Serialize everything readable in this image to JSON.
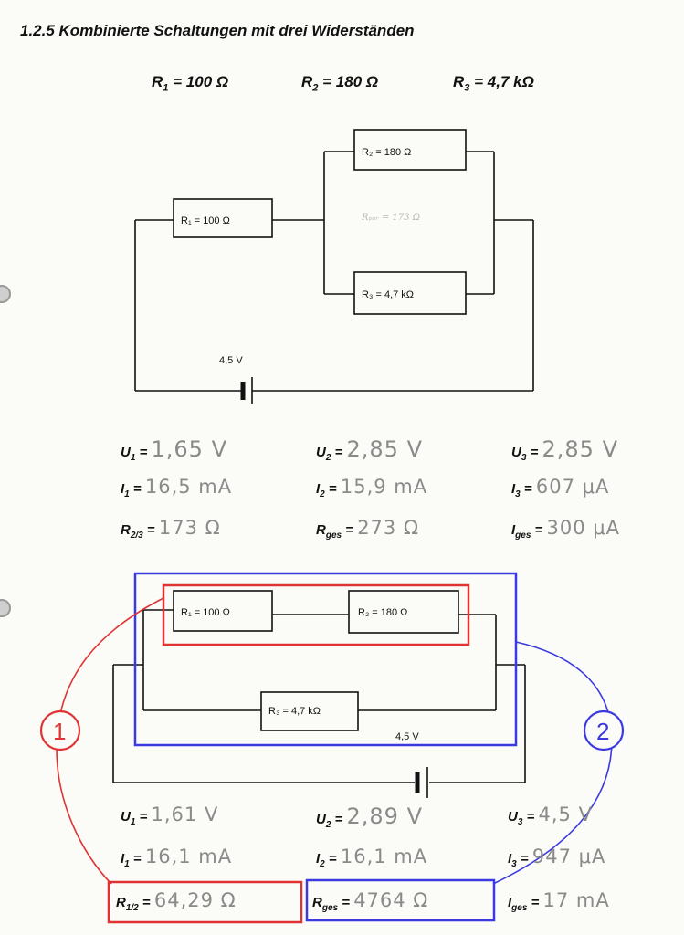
{
  "title": "1.2.5  Kombinierte Schaltungen mit drei Widerständen",
  "given": {
    "r1": {
      "sym": "R",
      "sub": "1",
      "val": " = 100 Ω"
    },
    "r2": {
      "sym": "R",
      "sub": "2",
      "val": " = 180 Ω"
    },
    "r3": {
      "sym": "R",
      "sub": "3",
      "val": " = 4,7 kΩ"
    }
  },
  "circuit1": {
    "r1_label": "R₁ = 100 Ω",
    "r2_label": "R₂ = 180 Ω",
    "r3_label": "R₃ = 4,7 kΩ",
    "faint_note": "Rₚₐᵣ = 173 Ω",
    "source_label": "4,5 V"
  },
  "results1": {
    "u1": {
      "sym": "U",
      "sub": "1",
      "eq": " = ",
      "val": "1,65 V"
    },
    "u2": {
      "sym": "U",
      "sub": "2",
      "eq": " = ",
      "val": "2,85 V"
    },
    "u3": {
      "sym": "U",
      "sub": "3",
      "eq": " = ",
      "val": "2,85 V"
    },
    "i1": {
      "sym": "I",
      "sub": "1",
      "eq": " = ",
      "val": "16,5 mA"
    },
    "i2": {
      "sym": "I",
      "sub": "2",
      "eq": " = ",
      "val": "15,9 mA"
    },
    "i3": {
      "sym": "I",
      "sub": "3",
      "eq": " = ",
      "val": "607 μA"
    },
    "r23": {
      "sym": "R",
      "sub": "2/3",
      "eq": " = ",
      "val": "173 Ω"
    },
    "rges": {
      "sym": "R",
      "sub": "ges",
      "eq": " = ",
      "val": "273 Ω"
    },
    "iges": {
      "sym": "I",
      "sub": "ges",
      "eq": " = ",
      "val": "300 μA"
    }
  },
  "circuit2": {
    "r1_label": "R₁ = 100 Ω",
    "r2_label": "R₂ = 180 Ω",
    "r3_label": "R₃ = 4,7 kΩ",
    "source_label": "4,5 V",
    "marker1": "1",
    "marker2": "2"
  },
  "results2": {
    "u1": {
      "sym": "U",
      "sub": "1",
      "eq": " = ",
      "val": "1,61 V"
    },
    "u2": {
      "sym": "U",
      "sub": "2",
      "eq": " = ",
      "val": "2,89 V"
    },
    "u3": {
      "sym": "U",
      "sub": "3",
      "eq": " = ",
      "val": "4,5 V"
    },
    "i1": {
      "sym": "I",
      "sub": "1",
      "eq": " = ",
      "val": "16,1 mA"
    },
    "i2": {
      "sym": "I",
      "sub": "2",
      "eq": " = ",
      "val": "16,1 mA"
    },
    "i3": {
      "sym": "I",
      "sub": "3",
      "eq": " = ",
      "val": "947 μA"
    },
    "r12": {
      "sym": "R",
      "sub": "1/2",
      "eq": " = ",
      "val": "64,29 Ω"
    },
    "rges": {
      "sym": "R",
      "sub": "ges",
      "eq": " = ",
      "val": "4764 Ω"
    },
    "iges": {
      "sym": "I",
      "sub": "ges",
      "eq": " = ",
      "val": "17 mA"
    }
  },
  "colors": {
    "red": "#e03434",
    "blue": "#3a3ae0",
    "ink": "#111111",
    "pencil": "#8a8a8a"
  }
}
